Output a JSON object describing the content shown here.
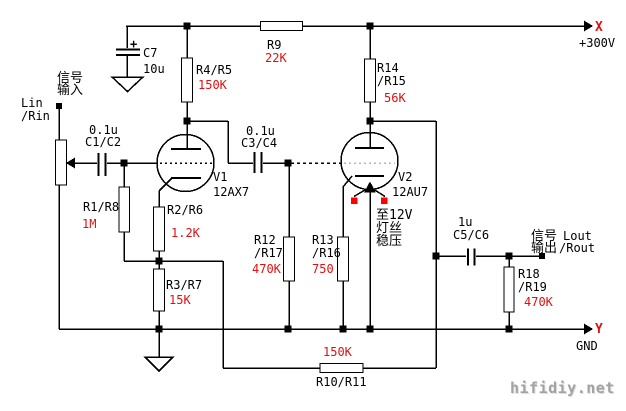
{
  "colors": {
    "wire": "#000000",
    "value_red": "#dd1111",
    "heater_pin_red": "#ff0000",
    "watermark_gray": "#a3a3a3",
    "v2_grid_gray": "#b4b4b4"
  },
  "power": {
    "terminal_x": "X",
    "voltage": "+300V",
    "terminal_y": "Y",
    "ground": "GND"
  },
  "input": {
    "cn1": "信号",
    "cn2": "输入",
    "label1": "Lin",
    "label2": "/Rin"
  },
  "output": {
    "cn1": "信号",
    "cn2": "输出",
    "label1": "Lout",
    "label2": "/Rout"
  },
  "tubes": {
    "v1": {
      "ref": "V1",
      "model": "12AX7"
    },
    "v2": {
      "ref": "V2",
      "model": "12AU7"
    }
  },
  "capacitors": {
    "c7": {
      "ref": "C7",
      "value": "10u",
      "polarity": "+"
    },
    "c1c2": {
      "ref": "C1/C2",
      "value": "0.1u"
    },
    "c3c4": {
      "ref": "C3/C4",
      "value": "0.1u"
    },
    "c5c6": {
      "ref": "C5/C6",
      "value": "1u"
    }
  },
  "resistors": {
    "r4r5": {
      "ref": "R4/R5",
      "value": "150K"
    },
    "r9": {
      "ref": "R9",
      "value": "22K"
    },
    "r14r15": {
      "ref1": "R14",
      "ref2": "/R15",
      "value": "56K"
    },
    "r1r8": {
      "ref": "R1/R8",
      "value": "1M"
    },
    "r2r6": {
      "ref": "R2/R6",
      "value": "1.2K"
    },
    "r3r7": {
      "ref": "R3/R7",
      "value": "15K"
    },
    "r12r17": {
      "ref1": "R12",
      "ref2": "/R17",
      "value": "470K"
    },
    "r13r16": {
      "ref1": "R13",
      "ref2": "/R16",
      "value": "750"
    },
    "r10r11": {
      "ref": "R10/R11",
      "value": "150K"
    },
    "r18r19": {
      "ref1": "R18",
      "ref2": "/R19",
      "value": "470K"
    }
  },
  "heater_note": {
    "line1": "至12V",
    "line2": "灯丝",
    "line3": "稳压"
  },
  "watermark": "hifidiy.net"
}
